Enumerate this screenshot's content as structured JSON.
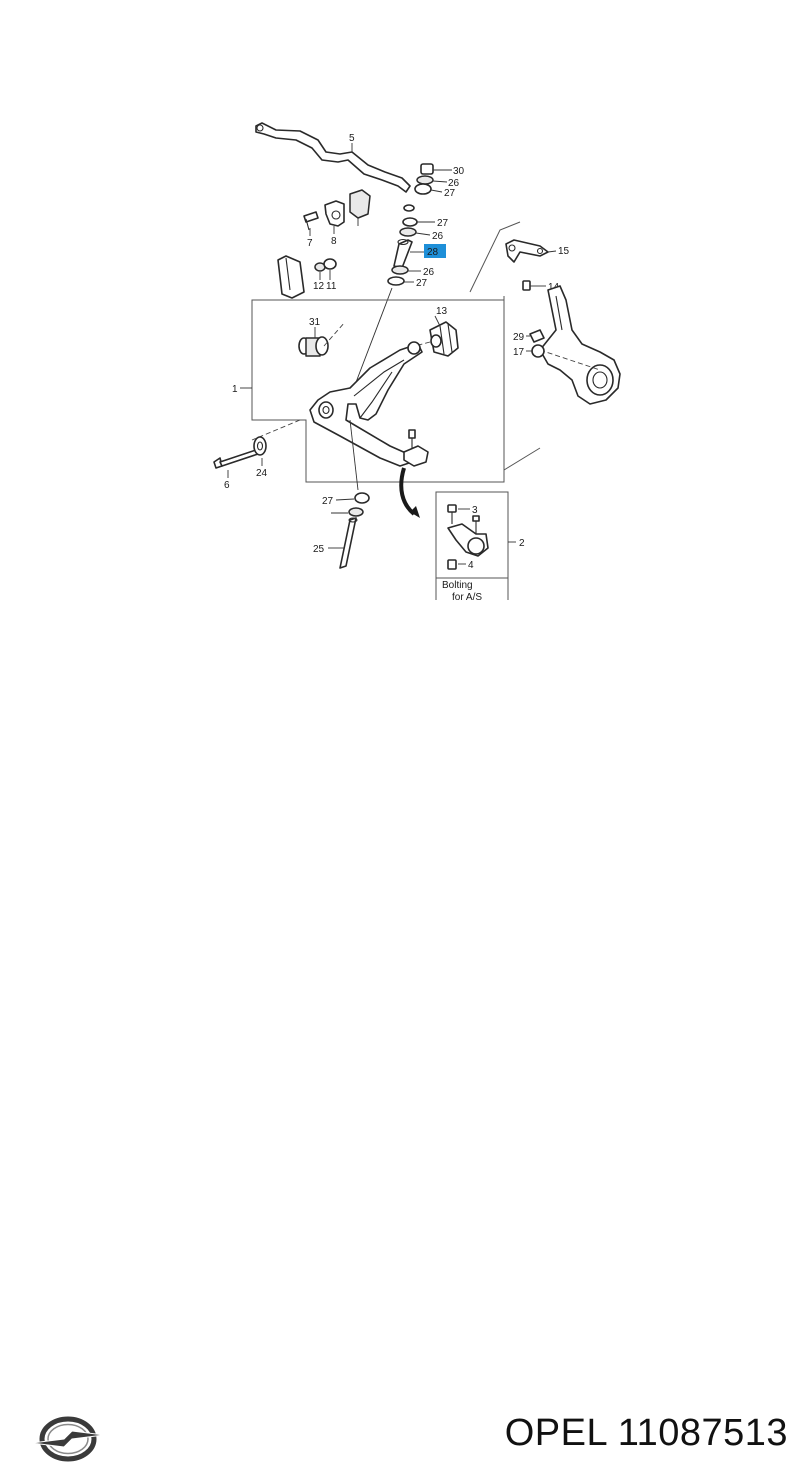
{
  "diagram": {
    "callouts": {
      "c1": "1",
      "c2": "2",
      "c3": "3",
      "c4": "4",
      "c5": "5",
      "c6": "6",
      "c7": "7",
      "c8": "8",
      "c11": "11",
      "c12": "12",
      "c13": "13",
      "c14": "14",
      "c15": "15",
      "c17": "17",
      "c24": "24",
      "c25": "25",
      "c26a": "26",
      "c26b": "26",
      "c26c": "26",
      "c27a": "27",
      "c27b": "27",
      "c27c": "27",
      "c27d": "27",
      "c28": "28",
      "c29": "29",
      "c30": "30",
      "c31": "31"
    },
    "highlight_color": "#1e8fd8",
    "inset_caption_line1": "Bolting",
    "inset_caption_line2": "for  A/S"
  },
  "brand": {
    "logo": "opel-logo",
    "text": "OPEL 11087513"
  }
}
